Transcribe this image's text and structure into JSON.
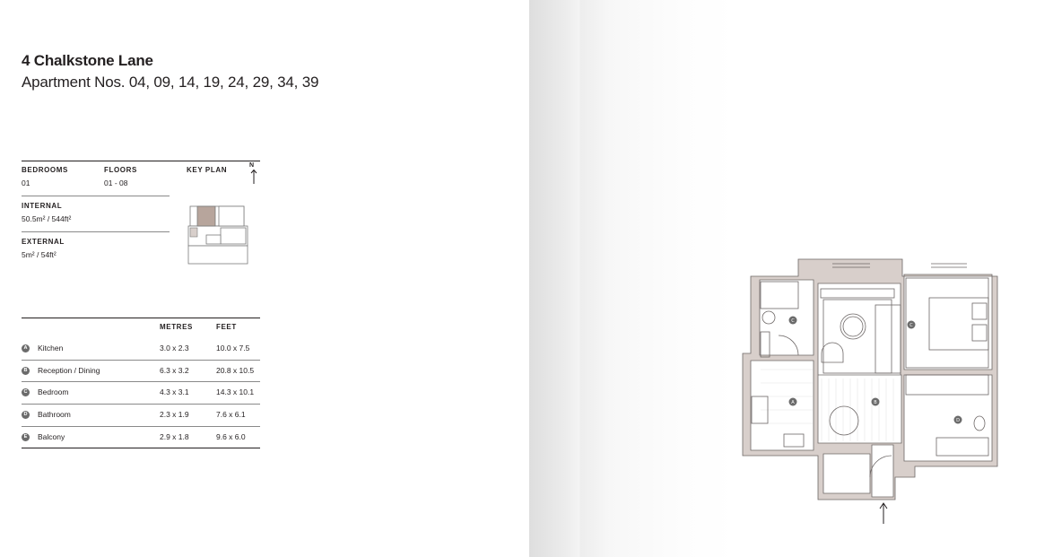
{
  "header": {
    "title": "4 Chalkstone Lane",
    "subtitle": "Apartment Nos. 04, 09, 14, 19, 24, 29, 34, 39"
  },
  "specs": {
    "bedrooms_label": "BEDROOMS",
    "bedrooms_value": "01",
    "floors_label": "FLOORS",
    "floors_value": "01 - 08",
    "keyplan_label": "KEY PLAN",
    "north_label": "N",
    "internal_label": "INTERNAL",
    "internal_value": "50.5m² / 544ft²",
    "external_label": "EXTERNAL",
    "external_value": "5m² / 54ft²"
  },
  "rooms": {
    "metres_label": "METRES",
    "feet_label": "FEET",
    "items": [
      {
        "key": "A",
        "name": "Kitchen",
        "metres": "3.0 x 2.3",
        "feet": "10.0 x 7.5"
      },
      {
        "key": "B",
        "name": "Reception / Dining",
        "metres": "6.3 x 3.2",
        "feet": "20.8 x 10.5"
      },
      {
        "key": "C",
        "name": "Bedroom",
        "metres": "4.3 x 3.1",
        "feet": "14.3 x 10.1"
      },
      {
        "key": "D",
        "name": "Bathroom",
        "metres": "2.3 x 1.9",
        "feet": "7.6 x 6.1"
      },
      {
        "key": "E",
        "name": "Balcony",
        "metres": "2.9 x 1.8",
        "feet": "9.6 x 6.0"
      }
    ]
  },
  "plan": {
    "labels": [
      "C",
      "C",
      "A",
      "B",
      "D"
    ]
  },
  "colors": {
    "wall": "#d8cfcb",
    "wall_edge": "#6d6766",
    "keyplan_highlight": "#b7a59c",
    "badge": "#6b6b6b",
    "text": "#231f20"
  }
}
